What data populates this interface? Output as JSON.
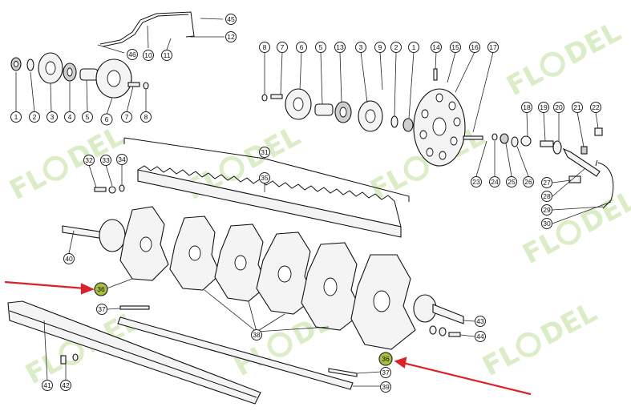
{
  "watermark": {
    "left_text": "FL",
    "right_text": "DEL",
    "gear_icon": "gear-icon"
  },
  "callouts_top_left": [
    "1",
    "2",
    "3",
    "4",
    "5",
    "6",
    "7",
    "8",
    "10",
    "11",
    "12",
    "45",
    "46"
  ],
  "callouts_top_right": [
    "8",
    "7",
    "6",
    "5",
    "13",
    "3",
    "9",
    "2",
    "1",
    "14",
    "15",
    "16",
    "17"
  ],
  "callouts_right": [
    "18",
    "19",
    "20",
    "21",
    "22",
    "23",
    "24",
    "25",
    "26",
    "27",
    "28",
    "29",
    "30"
  ],
  "callouts_center": [
    "31",
    "32",
    "33",
    "34",
    "35",
    "40",
    "36",
    "37",
    "38",
    "39",
    "41",
    "42",
    "43",
    "44"
  ],
  "highlight_color": "#a7c13a",
  "arrow_color": "#d9222a"
}
